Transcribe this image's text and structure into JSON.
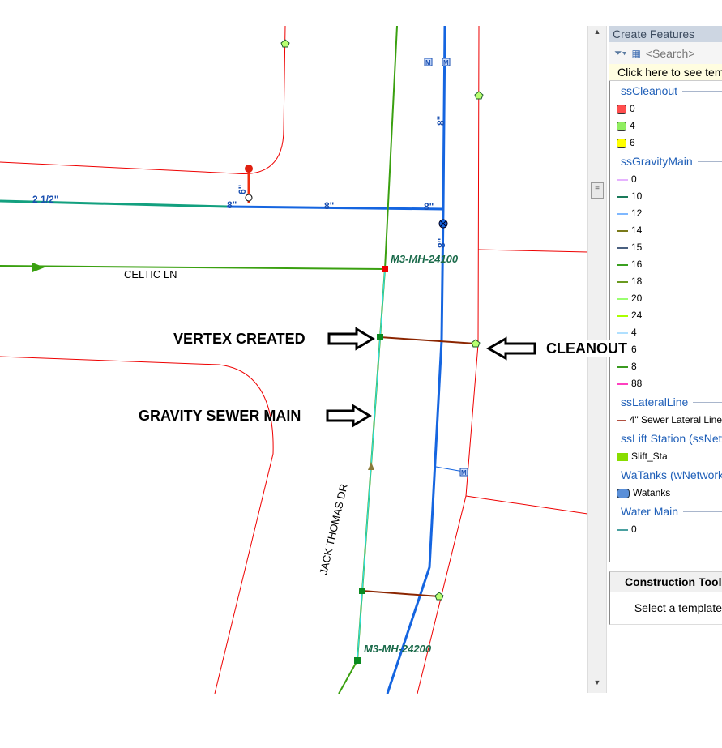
{
  "map": {
    "labels": {
      "water_size": "2 1/2\"",
      "size_8a": "8\"",
      "size_6": "6\"",
      "size_8b": "8\"",
      "size_8c": "8\"",
      "size_8d": "8\"",
      "size_8e": "8\"",
      "street1": "CELTIC LN",
      "street2": "JACK THOMAS DR",
      "mh1": "M3-MH-24100",
      "mh2": "M3-MH-24200",
      "m1": "M",
      "m2": "M",
      "m3": "M"
    },
    "annotations": {
      "vertex": "VERTEX CREATED",
      "cleanout": "CLEANOUT",
      "gravity": "GRAVITY SEWER MAIN"
    }
  },
  "panel": {
    "title": "Create Features",
    "search_placeholder": "<Search>",
    "hint": "Click here to see templates",
    "groups": [
      {
        "name": "ssCleanout",
        "items": [
          {
            "label": "0",
            "color": "#ff4d4d"
          },
          {
            "label": "4",
            "color": "#90ee60"
          },
          {
            "label": "6",
            "color": "#ffff00"
          }
        ]
      },
      {
        "name": "ssGravityMain",
        "items": [
          {
            "label": "0",
            "color": "#e6b3ff"
          },
          {
            "label": "10",
            "color": "#1a7a5a"
          },
          {
            "label": "12",
            "color": "#7fb8ff"
          },
          {
            "label": "14",
            "color": "#7a7a1a"
          },
          {
            "label": "15",
            "color": "#4a6080"
          },
          {
            "label": "16",
            "color": "#3aa020"
          },
          {
            "label": "18",
            "color": "#6a9a20"
          },
          {
            "label": "20",
            "color": "#9aff70"
          },
          {
            "label": "24",
            "color": "#aaff00"
          },
          {
            "label": "4",
            "color": "#b0e0ff"
          },
          {
            "label": "6",
            "color": "#40e0c0"
          },
          {
            "label": "8",
            "color": "#3a9a20"
          },
          {
            "label": "88",
            "color": "#ff40c0"
          }
        ]
      },
      {
        "name": "ssLateralLine",
        "items": [
          {
            "label": "4\" Sewer Lateral Line",
            "color": "#b05040"
          }
        ]
      },
      {
        "name": "ssLift Station (ssNetwork)",
        "items": [
          {
            "label": "Slift_Sta",
            "color": "#88dd00"
          }
        ]
      },
      {
        "name": "WaTanks (wNetwork)",
        "items": [
          {
            "label": "Watanks",
            "color": "#5a8fd8"
          }
        ]
      },
      {
        "name": "Water Main",
        "items": [
          {
            "label": "0",
            "color": "#4aa0a0"
          }
        ]
      }
    ],
    "construction_title": "Construction Tools",
    "construction_body": "Select a template"
  }
}
